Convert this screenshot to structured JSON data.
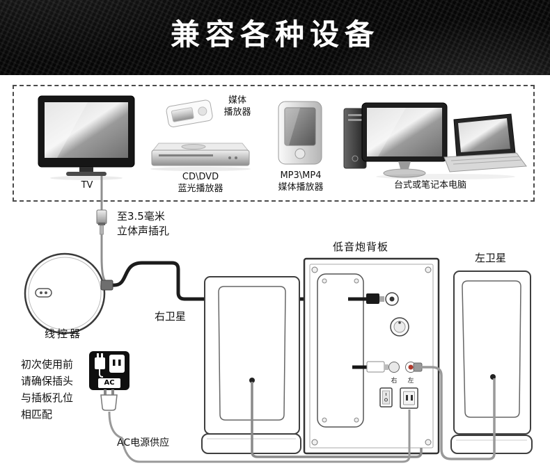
{
  "banner": {
    "title": "兼容各种设备"
  },
  "compat_box": {
    "tv_label": "TV",
    "media_player_label": "媒体\n播放器",
    "cd_dvd_label": "CD\\DVD\n蓝光播放器",
    "mp3_label": "MP3\\MP4\n媒体播放器",
    "computer_label": "台式或笔记本电脑"
  },
  "diagram": {
    "jack_label": "至3.5毫米\n立体声插孔",
    "remote_label": "线控器",
    "right_satellite_label": "右卫星",
    "subwoofer_label": "低音炮背板",
    "left_satellite_label": "左卫星",
    "warning_text": "初次使用前\n请确保插头\n与插板孔位\n相匹配",
    "ac_badge": "AC",
    "ac_power_label": "AC电源供应",
    "jack_right": "右",
    "jack_left": "左"
  }
}
